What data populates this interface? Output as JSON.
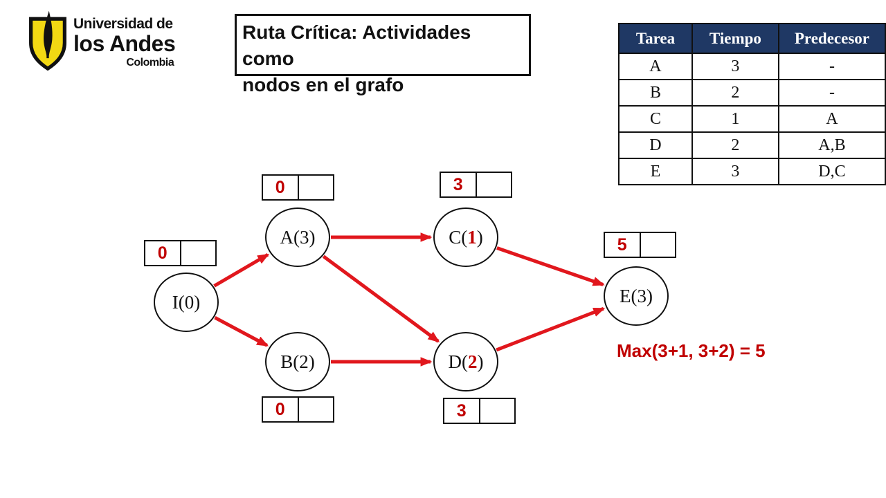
{
  "logo": {
    "line1": "Universidad de",
    "line2": "los Andes",
    "line3": "Colombia",
    "shield_color": "#f2d813"
  },
  "title": {
    "line1": "Ruta Crítica: Actividades como",
    "line2": "nodos en el grafo"
  },
  "table": {
    "headers": [
      "Tarea",
      "Tiempo",
      "Predecesor"
    ],
    "header_bg": "#1f3864",
    "rows": [
      [
        "A",
        "3",
        "-"
      ],
      [
        "B",
        "2",
        "-"
      ],
      [
        "C",
        "1",
        "A"
      ],
      [
        "D",
        "2",
        "A,B"
      ],
      [
        "E",
        "3",
        "D,C"
      ]
    ]
  },
  "graph": {
    "arrow_color": "#e1171d",
    "nodes": [
      {
        "id": "I",
        "name": "I",
        "time": "0",
        "time_red": false
      },
      {
        "id": "A",
        "name": "A",
        "time": "3",
        "time_red": false
      },
      {
        "id": "B",
        "name": "B",
        "time": "2",
        "time_red": false
      },
      {
        "id": "C",
        "name": "C",
        "time": "1",
        "time_red": true
      },
      {
        "id": "D",
        "name": "D",
        "time": "2",
        "time_red": true
      },
      {
        "id": "E",
        "name": "E",
        "time": "3",
        "time_red": false
      }
    ],
    "edges": [
      {
        "from": "I",
        "to": "A"
      },
      {
        "from": "I",
        "to": "B"
      },
      {
        "from": "A",
        "to": "C"
      },
      {
        "from": "A",
        "to": "D"
      },
      {
        "from": "B",
        "to": "D"
      },
      {
        "from": "C",
        "to": "E"
      },
      {
        "from": "D",
        "to": "E"
      }
    ],
    "boxes": [
      {
        "node": "I",
        "early": "0",
        "late": ""
      },
      {
        "node": "A",
        "early": "0",
        "late": ""
      },
      {
        "node": "B",
        "early": "0",
        "late": ""
      },
      {
        "node": "C",
        "early": "3",
        "late": ""
      },
      {
        "node": "D",
        "early": "3",
        "late": ""
      },
      {
        "node": "E",
        "early": "5",
        "late": ""
      }
    ]
  },
  "annotation": {
    "text": "Max(3+1, 3+2) = 5",
    "color": "#c00000"
  }
}
